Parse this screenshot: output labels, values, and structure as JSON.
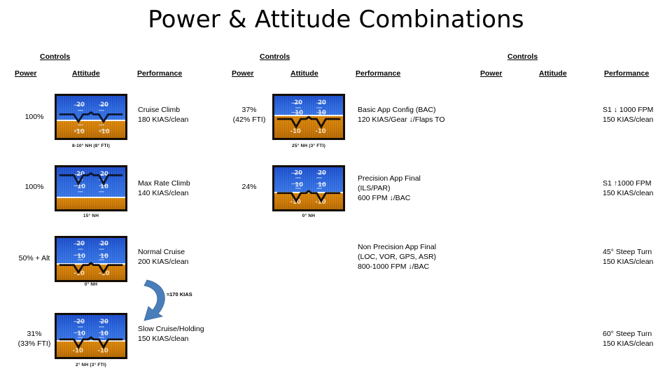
{
  "slide": {
    "title": "Power & Attitude Combinations"
  },
  "headers": {
    "controls": "Controls",
    "power": "Power",
    "attitude": "Attitude",
    "performance": "Performance"
  },
  "colors": {
    "arrow": "#4a7ebb",
    "arrow_stroke": "#3d6898",
    "sky": "#2a66e0",
    "ground": "#d17f06",
    "horizon": "#ffffff",
    "bezel": "#140d05",
    "text": "#000000"
  },
  "group_left": {
    "rows": [
      {
        "power": "100%",
        "attitude_caption": "8-10° NH (8° FTI)",
        "attitude_pitch": "nose-high-9",
        "performance": "Cruise Climb\n180 KIAS/clean"
      },
      {
        "power": "100%",
        "attitude_caption": "15° NH",
        "attitude_pitch": "nose-high-15",
        "performance": "Max Rate Climb\n140 KIAS/clean"
      },
      {
        "power": "50% + Alt",
        "attitude_caption": "0° NH",
        "attitude_pitch": "level-0",
        "performance": "Normal Cruise\n200 KIAS/clean"
      },
      {
        "power": "31%\n(33% FTI)",
        "attitude_caption": "2° NH (3° FTI)",
        "attitude_pitch": "nose-high-2",
        "performance": "Slow Cruise/Holding\n150 KIAS/clean"
      }
    ],
    "annotation": {
      "label": "≈170 KIAS",
      "icon": "curved-arrow-icon"
    }
  },
  "group_middle": {
    "rows": [
      {
        "power": "37%\n(42% FTI)",
        "attitude_caption": "25° NH (3° FTI)",
        "attitude_pitch": "nose-low-3",
        "performance": "Basic App Config (BAC)\n120 KIAS/Gear ↓/Flaps TO"
      },
      {
        "power": "24%",
        "attitude_caption": "0° NH",
        "attitude_pitch": "level-0b",
        "performance": "Precision App Final\n(ILS/PAR)\n600 FPM ↓/BAC"
      },
      {
        "power": "",
        "attitude_caption": "",
        "attitude_pitch": "",
        "performance": "Non Precision App Final\n(LOC, VOR, GPS, ASR)\n800-1000 FPM ↓/BAC"
      }
    ]
  },
  "group_right": {
    "rows": [
      {
        "power": "",
        "attitude": "",
        "performance": "S1 ↓ 1000 FPM\n150 KIAS/clean"
      },
      {
        "power": "",
        "attitude": "",
        "performance": "S1 ↑1000 FPM\n150 KIAS/clean"
      },
      {
        "power": "",
        "attitude": "",
        "performance": "45° Steep Turn\n150 KIAS/clean"
      },
      {
        "power": "",
        "attitude": "",
        "performance": "60° Steep Turn\n150 KIAS/clean"
      }
    ]
  }
}
